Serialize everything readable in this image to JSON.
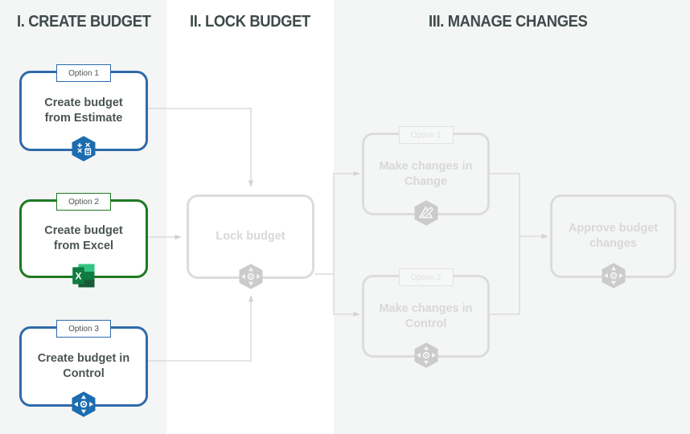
{
  "diagram": {
    "title_columns": [
      {
        "id": "create",
        "label": "I. CREATE BUDGET"
      },
      {
        "id": "lock",
        "label": "II. LOCK BUDGET"
      },
      {
        "id": "manage",
        "label": "III. MANAGE CHANGES"
      }
    ],
    "colors": {
      "blue": "#2f6bab",
      "green": "#1d7a22",
      "ghost_border": "#dcdcdc",
      "ghost_text": "#d8d8d8",
      "text": "#4c5454",
      "heading": "#3f4a4a",
      "band": "#f4f5f5",
      "connector": "#d9d9d9"
    },
    "nodes": [
      {
        "id": "create-from-estimate",
        "column": "create",
        "state": "active",
        "accent": "blue",
        "option_label": "Option 1",
        "label": "Create budget\nfrom Estimate",
        "icon": "estimate-calculator-icon"
      },
      {
        "id": "create-from-excel",
        "column": "create",
        "state": "active",
        "accent": "green",
        "option_label": "Option 2",
        "label": "Create budget\nfrom Excel",
        "icon": "excel-icon"
      },
      {
        "id": "create-in-control",
        "column": "create",
        "state": "active",
        "accent": "blue",
        "option_label": "Option 3",
        "label": "Create budget in\nControl",
        "icon": "control-navigator-icon"
      },
      {
        "id": "lock-budget",
        "column": "lock",
        "state": "inactive",
        "accent": "grey",
        "option_label": "",
        "label": "Lock budget",
        "icon": "control-navigator-icon"
      },
      {
        "id": "make-changes-in-change",
        "column": "manage",
        "state": "inactive",
        "accent": "grey",
        "option_label": "Option 1",
        "label": "Make changes in\nChange",
        "icon": "change-triangle-icon"
      },
      {
        "id": "make-changes-in-control",
        "column": "manage",
        "state": "inactive",
        "accent": "grey",
        "option_label": "Option 2",
        "label": "Make changes in\nControl",
        "icon": "control-navigator-icon"
      },
      {
        "id": "approve-budget-changes",
        "column": "manage",
        "state": "inactive",
        "accent": "grey",
        "option_label": "",
        "label": "Approve budget\nchanges",
        "icon": "control-navigator-icon"
      }
    ],
    "excel_icon_letter": "X"
  }
}
